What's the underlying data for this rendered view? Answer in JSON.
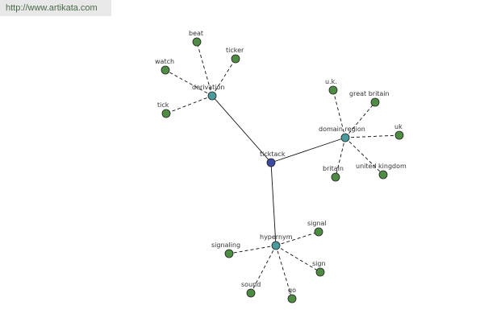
{
  "watermark": {
    "text": "http://www.artikata.com"
  },
  "colors": {
    "leaf": "#4e8c44",
    "relation": "#4a9a9c",
    "center": "#3a4aa0",
    "edge": "#111111",
    "node_stroke": "#222222"
  },
  "graph": {
    "center": {
      "id": "ticktack",
      "label": "ticktack"
    },
    "relations": [
      {
        "id": "derivation",
        "label": "derivation",
        "leaves": [
          {
            "id": "beat",
            "label": "beat"
          },
          {
            "id": "ticker",
            "label": "ticker"
          },
          {
            "id": "watch",
            "label": "watch"
          },
          {
            "id": "tick",
            "label": "tick"
          }
        ]
      },
      {
        "id": "domain-region",
        "label": "domain region",
        "leaves": [
          {
            "id": "uk-dot",
            "label": "u.k."
          },
          {
            "id": "great-britain",
            "label": "great britain"
          },
          {
            "id": "uk",
            "label": "uk"
          },
          {
            "id": "britain",
            "label": "britain"
          },
          {
            "id": "united-kingdom",
            "label": "united kingdom"
          }
        ]
      },
      {
        "id": "hypernym",
        "label": "hypernym",
        "leaves": [
          {
            "id": "signal",
            "label": "signal"
          },
          {
            "id": "signaling",
            "label": "signaling"
          },
          {
            "id": "sign",
            "label": "sign"
          },
          {
            "id": "sound",
            "label": "sound"
          },
          {
            "id": "go",
            "label": "go"
          }
        ]
      }
    ]
  }
}
